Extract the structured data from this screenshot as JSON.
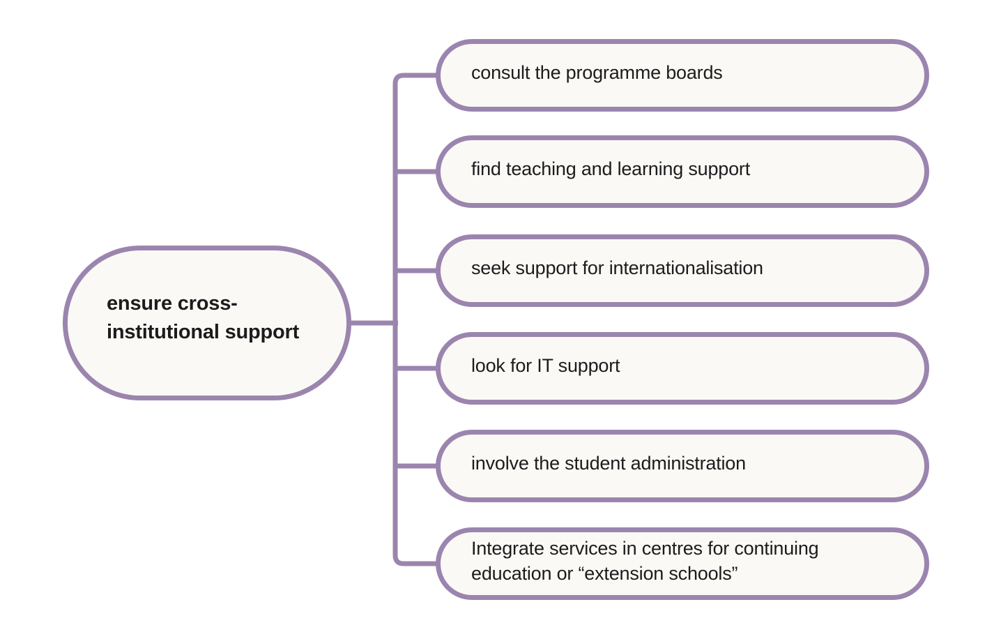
{
  "diagram": {
    "type": "mind-map",
    "root": {
      "label_lines": [
        "ensure cross-",
        "institutional support"
      ]
    },
    "children": [
      {
        "label": "consult the programme boards"
      },
      {
        "label": "find teaching and learning support"
      },
      {
        "label": "seek support for internationalisation"
      },
      {
        "label": "look for IT support"
      },
      {
        "label": "involve the student administration"
      },
      {
        "label": "Integrate services in centres for continuing education or “extension schools”"
      }
    ],
    "colors": {
      "branch_and_border": "#9B85AE",
      "node_fill": "#FAF9F6",
      "text": "#1C1C1C",
      "background": "#FFFFFF"
    }
  }
}
